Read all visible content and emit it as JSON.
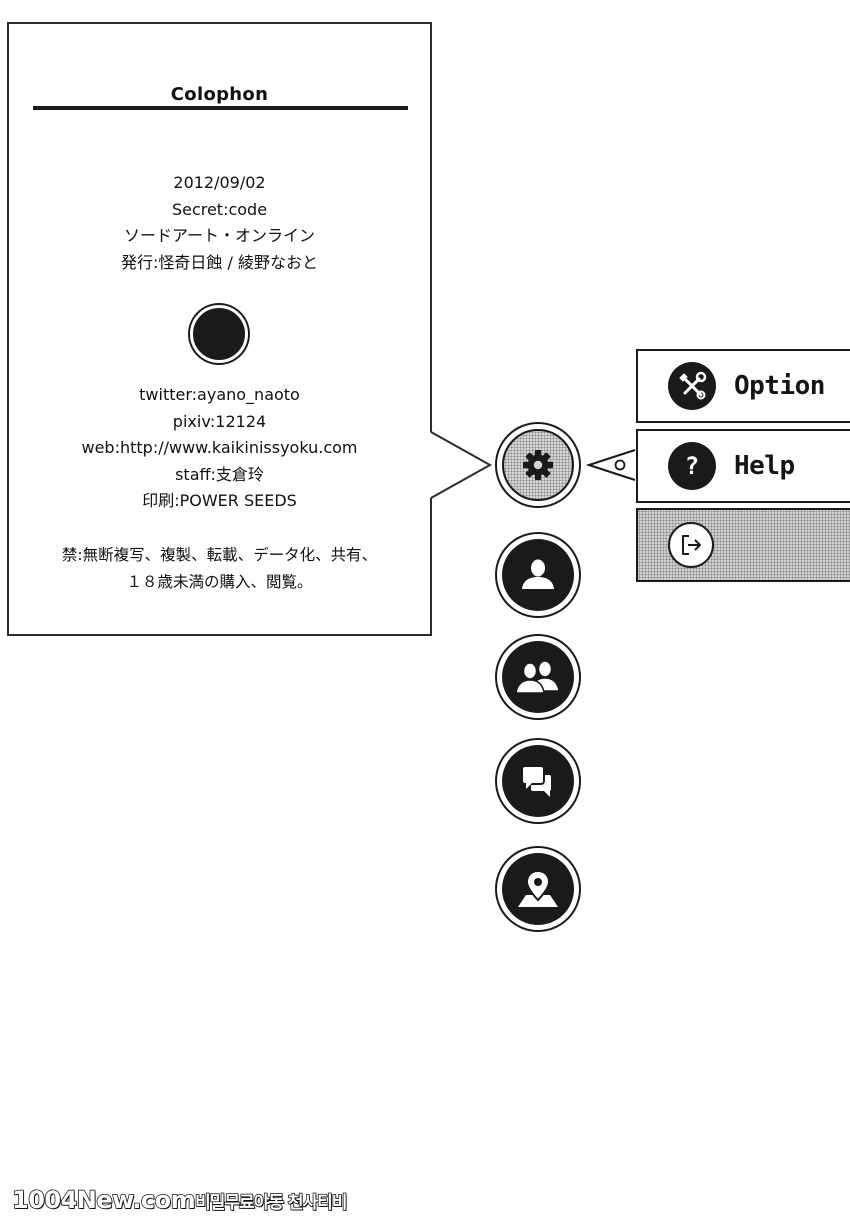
{
  "colophon": {
    "title": "Colophon",
    "release": [
      "2012/09/02",
      "Secret:code",
      "ソードアート・オンライン",
      "発行:怪奇日蝕 / 綾野なおと"
    ],
    "contacts": [
      "twitter:ayano_naoto",
      "pixiv:12124",
      "web:http://www.kaikinissyoku.com",
      "staff:支倉玲",
      "印刷:POWER SEEDS"
    ],
    "notice": [
      "禁:無断複写、複製、転載、データ化、共有、",
      "１８歳未満の購入、閲覧。"
    ]
  },
  "icons": {
    "settings": "gear-icon",
    "profile": "person-icon",
    "friends": "people-icon",
    "messages": "chat-icon",
    "map": "map-pin-icon",
    "option": "tools-icon",
    "help": "question-icon",
    "logout": "logout-icon"
  },
  "menu": {
    "option_label": "Option",
    "help_label": "Help",
    "help_glyph": "?"
  },
  "watermark": {
    "main": "1004New.com",
    "sub": "비밀무료야동 천사티비"
  },
  "colors": {
    "ink": "#1a1a1a",
    "paper": "#ffffff",
    "screentone": "#cfcfcf"
  }
}
